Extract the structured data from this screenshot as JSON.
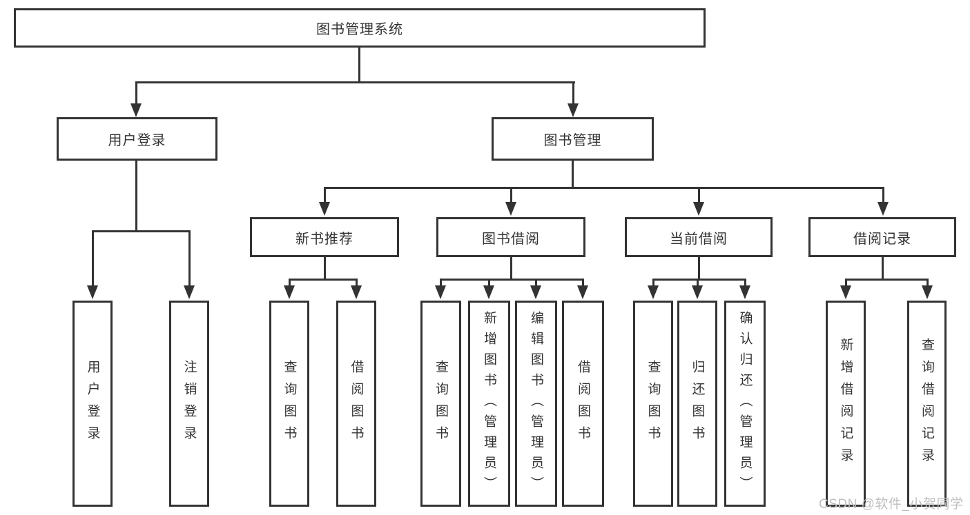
{
  "diagram": {
    "title_node": "图书管理系统",
    "root": "图书管理系统",
    "branches": [
      {
        "label": "用户登录",
        "children": [
          "用户登录",
          "注销登录"
        ]
      },
      {
        "label": "图书管理",
        "groups": [
          {
            "label": "新书推荐",
            "children": [
              "查询图书",
              "借阅图书"
            ]
          },
          {
            "label": "图书借阅",
            "children": [
              "查询图书",
              "新增图书（管理员）",
              "编辑图书（管理员）",
              "借阅图书"
            ]
          },
          {
            "label": "当前借阅",
            "children": [
              "查询图书",
              "归还图书",
              "确认归还（管理员）"
            ]
          },
          {
            "label": "借阅记录",
            "children": [
              "新增借阅记录",
              "查询借阅记录"
            ]
          }
        ]
      }
    ]
  },
  "watermark": {
    "text": "CSDN @软件_小贺同学"
  },
  "colors": {
    "line": "#333333",
    "text": "#333333",
    "background": "#ffffff",
    "watermark": "#bfbfbf"
  }
}
